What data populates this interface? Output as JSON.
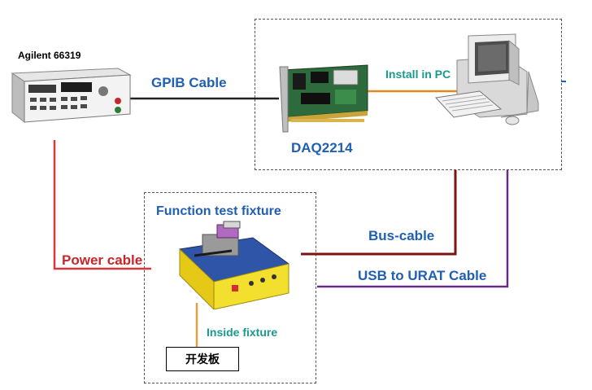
{
  "colors": {
    "blue_label": "#1f5fb4",
    "teal_label": "#1a9a8c",
    "red_label": "#c8262b",
    "gpib_line": "#222222",
    "install_line": "#e08a1e",
    "power_line": "#d9363b",
    "bus_line": "#7a1414",
    "usb_line": "#6a2a8a",
    "fixture_line": "#e0a040"
  },
  "instrument": {
    "name": "Agilent 66319",
    "icon": "power-supply-icon"
  },
  "daq": {
    "name": "DAQ2214",
    "icon": "daq-card-icon",
    "install_label": "Install in PC"
  },
  "pc": {
    "icon": "desktop-computer-icon"
  },
  "fixture": {
    "title": "Function test fixture",
    "icon": "test-fixture-icon",
    "inside_label": "Inside fixture",
    "board_label": "开发板"
  },
  "cables": {
    "gpib": "GPIB Cable",
    "power": "Power cable",
    "bus": "Bus-cable",
    "usb": "USB to URAT Cable"
  }
}
